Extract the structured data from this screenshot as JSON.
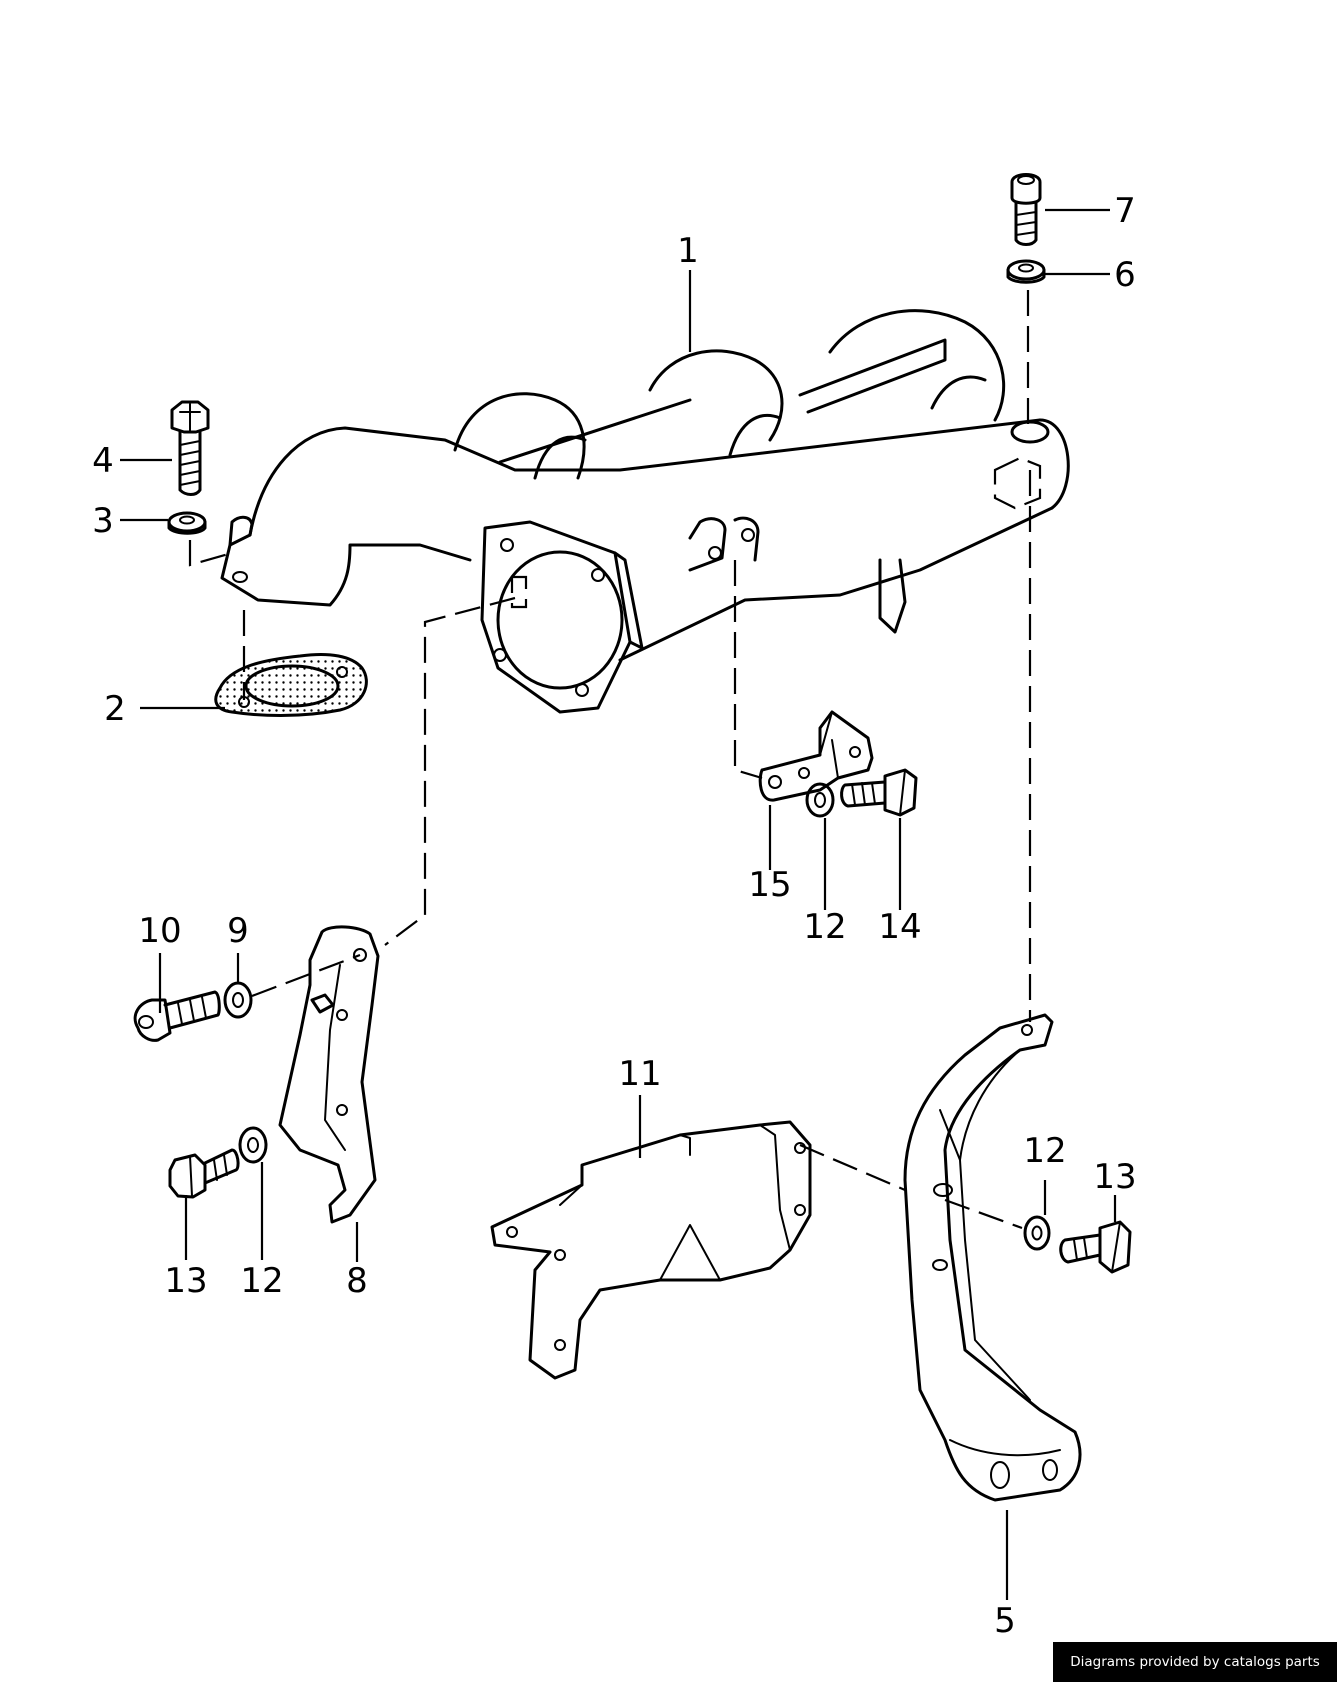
{
  "diagram": {
    "callouts": {
      "c1": "1",
      "c2": "2",
      "c3": "3",
      "c4": "4",
      "c5": "5",
      "c6": "6",
      "c7": "7",
      "c8": "8",
      "c9": "9",
      "c10": "10",
      "c11": "11",
      "c12a": "12",
      "c12b": "12",
      "c12c": "12",
      "c13a": "13",
      "c13b": "13",
      "c14": "14",
      "c15": "15"
    }
  },
  "footer": {
    "credit": "Diagrams provided by catalogs parts"
  }
}
